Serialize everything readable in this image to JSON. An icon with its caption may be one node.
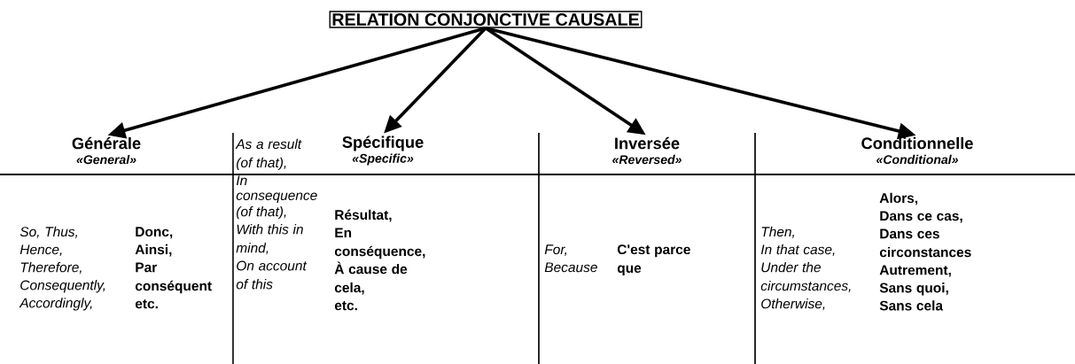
{
  "diagram": {
    "nodes": [
      {
        "text": [
          "RELATION CONJONCTIVE CAUSALE"
        ]
      },
      {
        "text": [
          "Générale",
          "«General»"
        ]
      },
      {
        "text": [
          "Spécifique",
          "«Specific»"
        ]
      },
      {
        "text": [
          "Inversée",
          "«Reversed»"
        ]
      },
      {
        "text": [
          "Conditionnelle",
          "«Conditional»"
        ]
      }
    ],
    "edges": [
      {
        "from": 0,
        "to": 1,
        "arrow": "to"
      },
      {
        "from": 0,
        "to": 2,
        "arrow": "to"
      },
      {
        "from": 0,
        "to": 3,
        "arrow": "to"
      },
      {
        "from": 0,
        "to": 4,
        "arrow": "to"
      }
    ],
    "labels": [
      "So, Thus,",
      "Hence,",
      "Therefore,",
      "Consequently,",
      "Accordingly,",
      "Donc,",
      "Ainsi,",
      "Par conséquent",
      "etc.",
      "As a result (of that),",
      "In consequence (of that),",
      "With this in mind,",
      "On account of this",
      "Résultat,",
      "En conséquence,",
      "À cause de cela,",
      "etc.",
      "For,",
      "Because",
      "C'est parce que",
      "Then,",
      "In that case,",
      "Under the circumstances,",
      "Otherwise,",
      "Alors,",
      "Dans ce cas,",
      "Dans ces circonstances",
      "Autrement,",
      "Sans quoi,",
      "Sans cela"
    ]
  }
}
